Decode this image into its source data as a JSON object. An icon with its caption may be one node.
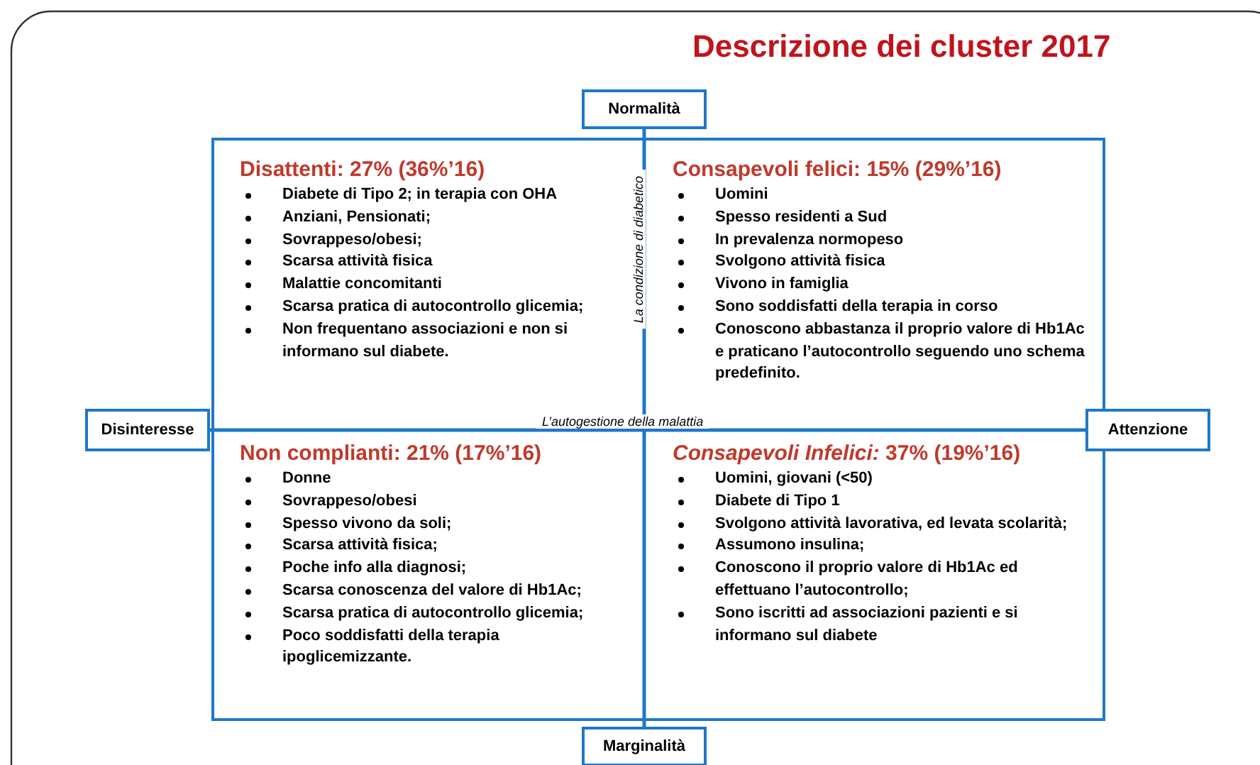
{
  "diagram": {
    "title": "Descrizione dei cluster  2017",
    "nodes": [
      {
        "text": [
          "Normalità"
        ]
      },
      {
        "text": [
          "Disattenti: 27% (36%’16)",
          "Diabete  di Tipo 2; in terapia con OHA",
          "Anziani, Pensionati;",
          "Sovrappeso/obesi;",
          "Scarsa attività fisica",
          "Malattie concomitanti",
          "Scarsa pratica  di autocontrollo glicemia;",
          "Non frequentano associazioni e non si informano sul diabete."
        ]
      },
      {
        "text": [
          "Consapevoli felici: 15% (29%’16)",
          "Uomini",
          "Spesso residenti a Sud",
          "In prevalenza normopeso",
          "Svolgono attività fisica",
          "Vivono in famiglia",
          "Sono soddisfatti della terapia in corso",
          "Conoscono abbastanza il proprio valore di Hb1Ac e praticano l’autocontrollo seguendo uno schema predefinito."
        ]
      },
      {
        "text": [
          "Disinteresse"
        ]
      },
      {
        "text": [
          "Attenzione"
        ]
      },
      {
        "text": [
          "Non complianti: 21% (17%’16)",
          "Donne",
          "Sovrappeso/obesi",
          "Spesso vivono da soli;",
          "Scarsa attività fisica;",
          "Poche info alla diagnosi;",
          "Scarsa  conoscenza del valore di Hb1Ac;",
          "Scarsa  pratica  di autocontrollo glicemia;",
          "Poco soddisfatti della terapia ipoglicemizzante."
        ]
      },
      {
        "text": [
          "*Consapevoli Infelici:* 37% (19%’16)",
          "Uomini, giovani (<50)",
          "Diabete di Tipo 1",
          "Svolgono attività lavorativa, ed levata scolarità;",
          "Assumono insulina;",
          "Conoscono il proprio valore di Hb1Ac ed effettuano l’autocontrollo;",
          "Sono  iscritti ad associazioni pazienti e si informano sul diabete"
        ]
      },
      {
        "text": [
          "Marginalità"
        ]
      }
    ],
    "edges": [
      {
        "from": 0,
        "to": 7,
        "arrow": "none",
        "label": "La condizione di diabetico"
      },
      {
        "from": 3,
        "to": 4,
        "arrow": "none",
        "label": "L’autogestione della malattia"
      }
    ]
  }
}
